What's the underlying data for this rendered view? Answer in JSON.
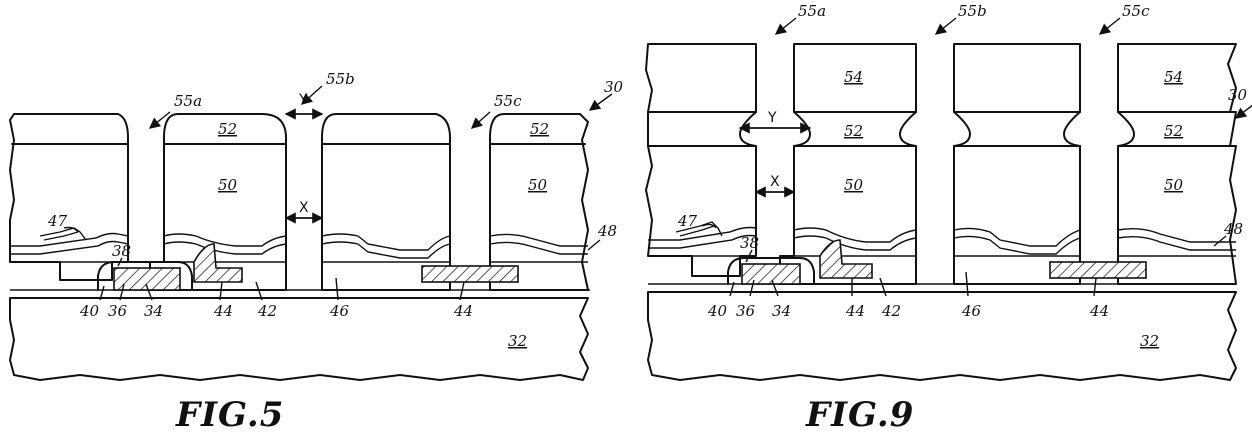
{
  "figures": [
    {
      "caption": "FIG.5",
      "labels": {
        "l30": "30",
        "l32": "32",
        "l34": "34",
        "l36": "36",
        "l38": "38",
        "l40": "40",
        "l42": "42",
        "l44a": "44",
        "l44b": "44",
        "l46": "46",
        "l47": "47",
        "l48": "48",
        "l50a": "50",
        "l50b": "50",
        "l52a": "52",
        "l52b": "52",
        "l55a": "55a",
        "l55b": "55b",
        "l55c": "55c",
        "dimX": "X",
        "dimY": "Y"
      }
    },
    {
      "caption": "FIG.9",
      "labels": {
        "l30": "30",
        "l32": "32",
        "l34": "34",
        "l36": "36",
        "l38": "38",
        "l40": "40",
        "l42": "42",
        "l44a": "44",
        "l44b": "44",
        "l46": "46",
        "l47": "47",
        "l48": "48",
        "l50a": "50",
        "l50b": "50",
        "l52a": "52",
        "l52b": "52",
        "l54a": "54",
        "l54b": "54",
        "l55a": "55a",
        "l55b": "55b",
        "l55c": "55c",
        "dimX": "X",
        "dimY": "Y"
      }
    }
  ]
}
